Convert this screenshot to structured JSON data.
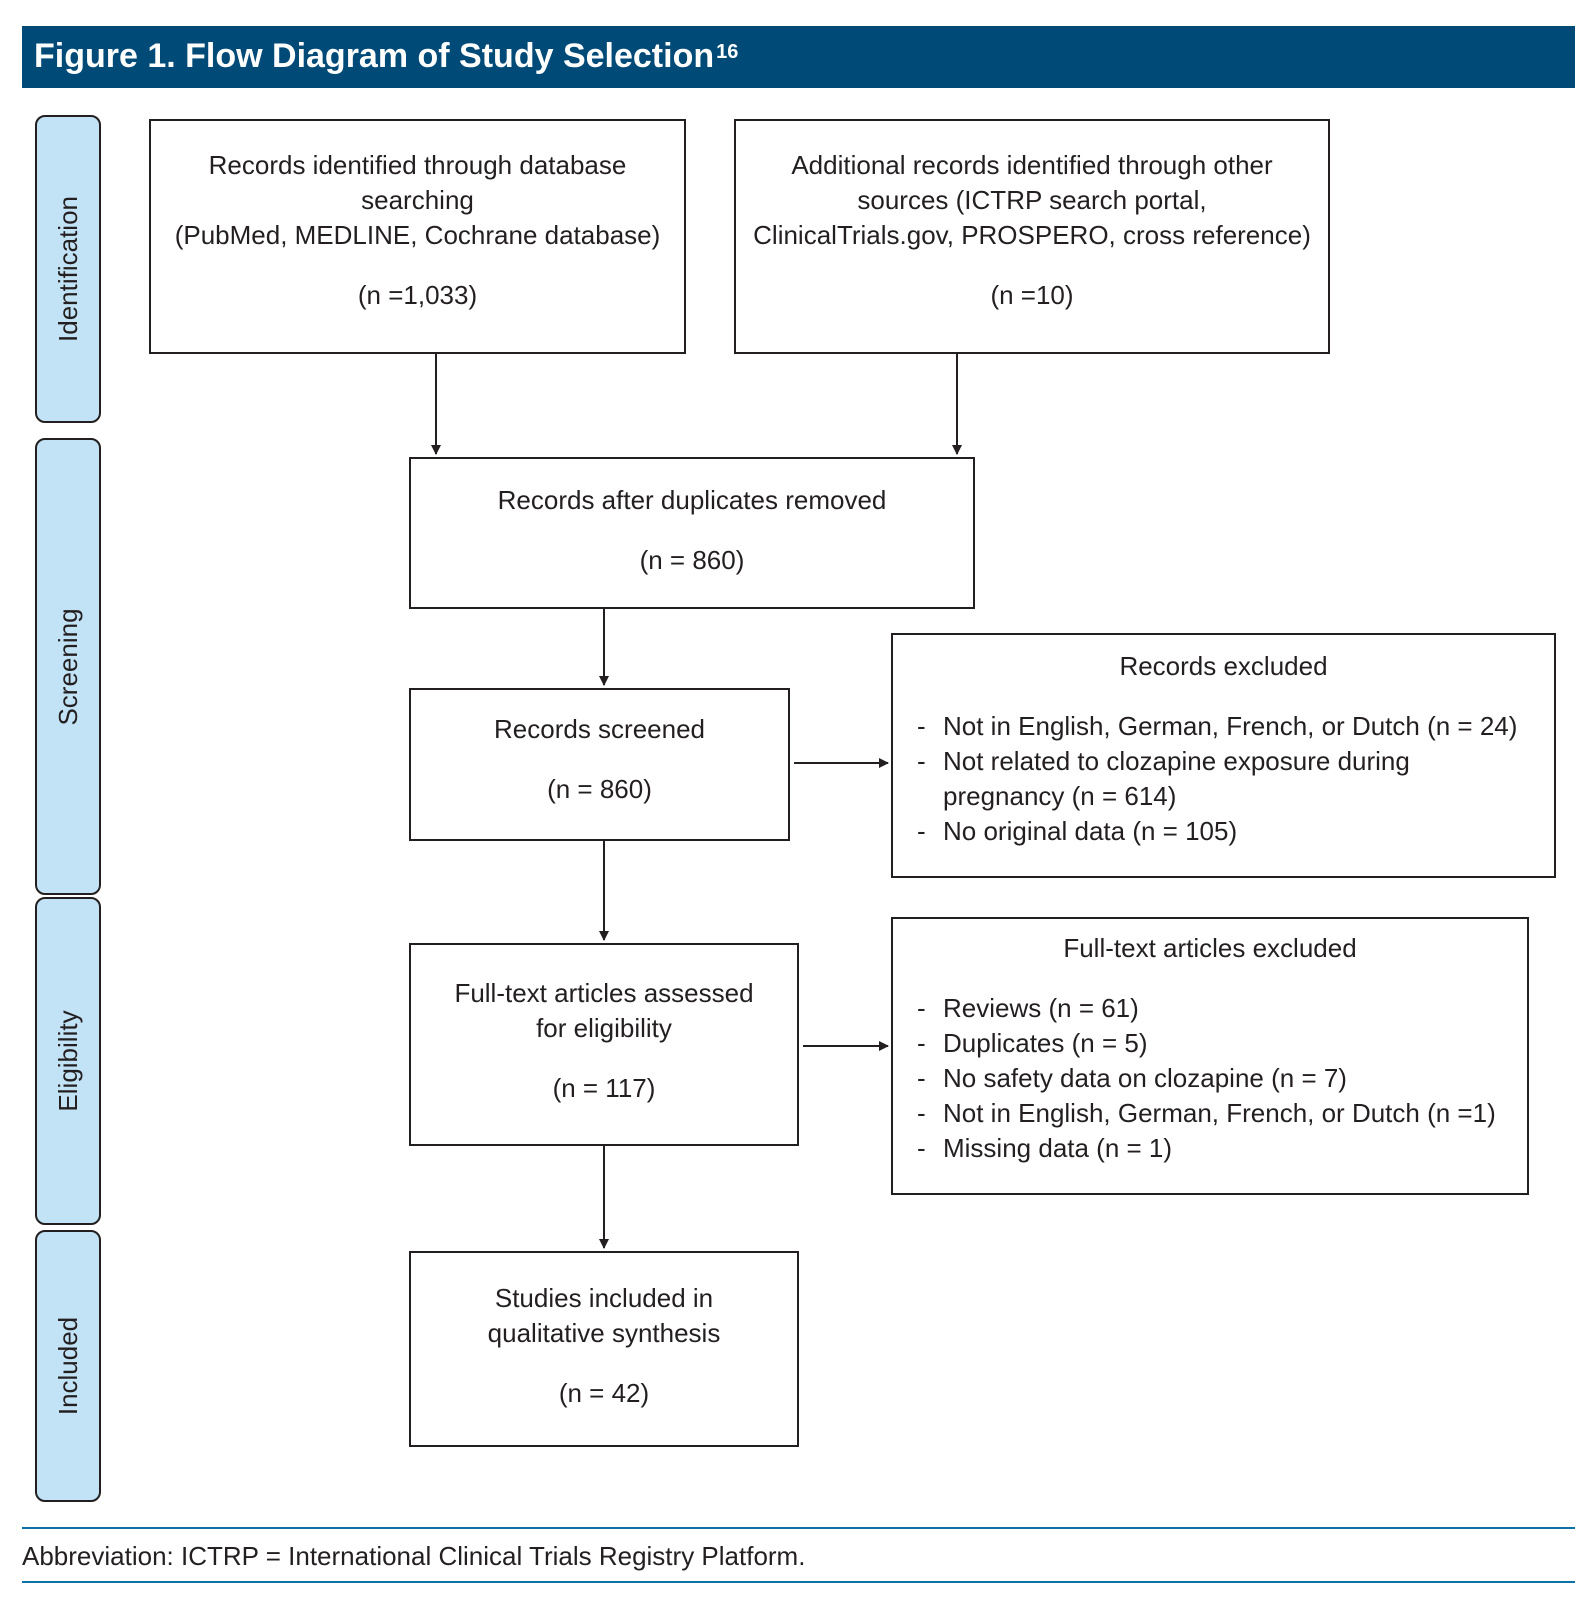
{
  "header": {
    "title": "Figure 1. Flow Diagram of Study Selection",
    "title_ref": "16",
    "bar_color": "#004a78"
  },
  "stages": {
    "fill_color": "#c2e3f6",
    "identification": "Identification",
    "screening": "Screening",
    "eligibility": "Eligibility",
    "included": "Included"
  },
  "boxes": {
    "database": {
      "lines": [
        "Records identified through database",
        "searching",
        "(PubMed, MEDLINE, Cochrane database)"
      ],
      "count": "(n =1,033)"
    },
    "other_sources": {
      "lines": [
        "Additional records identified through other",
        "sources (ICTRP search portal,",
        "ClinicalTrials.gov, PROSPERO, cross reference)"
      ],
      "count": "(n =10)"
    },
    "after_duplicates": {
      "lines": [
        "Records after duplicates removed"
      ],
      "count": "(n = 860)"
    },
    "screened": {
      "lines": [
        "Records screened"
      ],
      "count": "(n = 860)"
    },
    "records_excluded": {
      "heading": "Records excluded",
      "items": [
        "Not in English, German, French, or Dutch (n = 24)",
        "Not related to clozapine exposure during pregnancy (n = 614)",
        "No original data (n = 105)"
      ]
    },
    "fulltext_assessed": {
      "lines": [
        "Full-text articles assessed",
        "for eligibility"
      ],
      "count": "(n = 117)"
    },
    "fulltext_excluded": {
      "heading": "Full-text articles excluded",
      "items": [
        "Reviews (n = 61)",
        "Duplicates (n = 5)",
        "No safety data on clozapine (n = 7)",
        "Not in English, German, French, or Dutch (n =1)",
        "Missing data (n = 1)"
      ]
    },
    "included": {
      "lines": [
        "Studies included in",
        "qualitative synthesis"
      ],
      "count": "(n = 42)"
    }
  },
  "footnote": "Abbreviation: ICTRP = International Clinical Trials Registry Platform.",
  "rule_color": "#0b72a8"
}
